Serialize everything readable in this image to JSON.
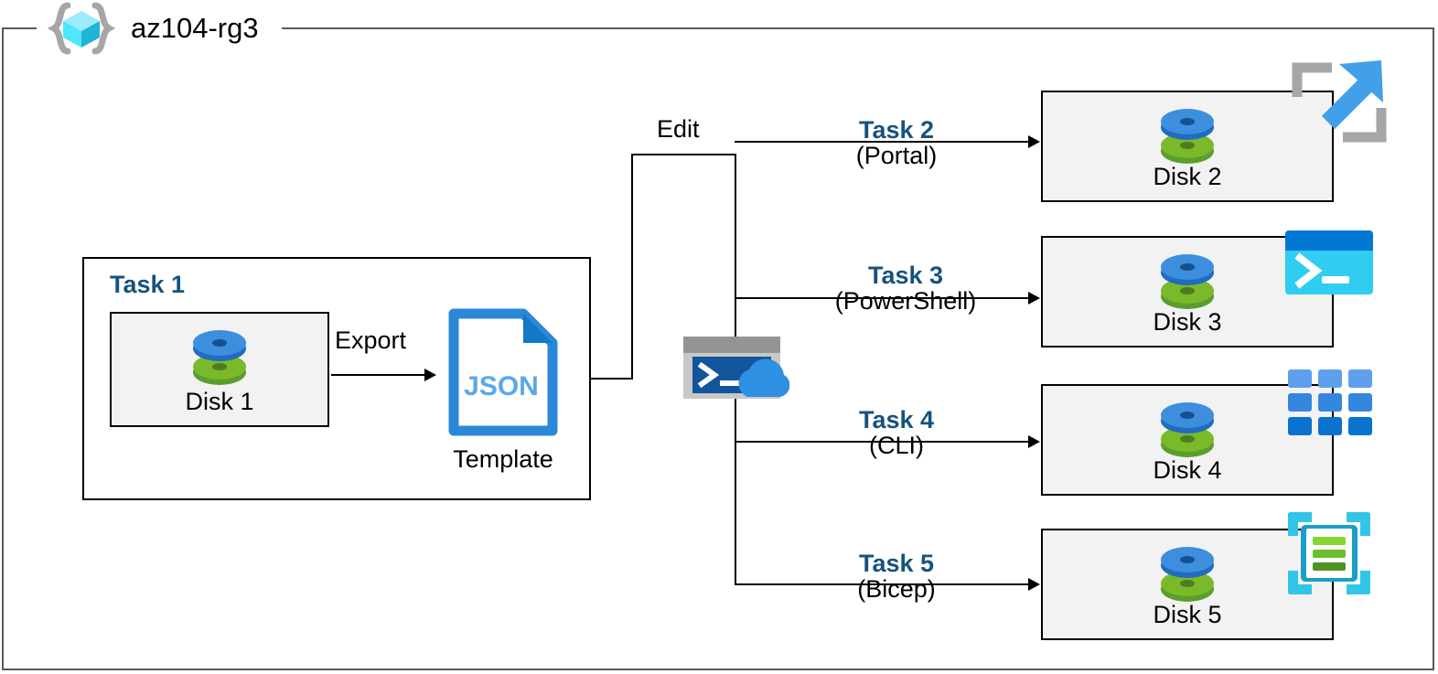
{
  "diagram": {
    "type": "azure-architecture-flow",
    "resource_group": {
      "name": "az104-rg3",
      "icon": "azure-resource-group-icon"
    },
    "task1": {
      "label": "Task 1",
      "disk": {
        "name": "Disk 1",
        "icon": "managed-disk-icon"
      },
      "export_label": "Export",
      "template": {
        "file_type": "JSON",
        "caption": "Template",
        "icon": "json-file-icon"
      }
    },
    "edit_label": "Edit",
    "cloud_shell": {
      "icon": "azure-cloud-shell-icon"
    },
    "branches": [
      {
        "task": "Task 2",
        "tool": "(Portal)",
        "disk": "Disk 2",
        "service_icon": "azure-portal-icon"
      },
      {
        "task": "Task 3",
        "tool": "(PowerShell)",
        "disk": "Disk 3",
        "service_icon": "powershell-icon"
      },
      {
        "task": "Task 4",
        "tool": "(CLI)",
        "disk": "Disk 4",
        "service_icon": "azure-cli-icon"
      },
      {
        "task": "Task 5",
        "tool": "(Bicep)",
        "disk": "Disk 5",
        "service_icon": "bicep-icon"
      }
    ],
    "colors": {
      "task_heading": "#16537e",
      "frame_border": "#595959",
      "box_border": "#000000",
      "box_fill": "#f2f2f2",
      "disk_blue": "#3e8ede",
      "disk_green": "#6aab2a",
      "json_blue": "#2b88d8",
      "cube_cyan": "#32d4f5",
      "bicep_cyan": "#32c5e8"
    }
  }
}
